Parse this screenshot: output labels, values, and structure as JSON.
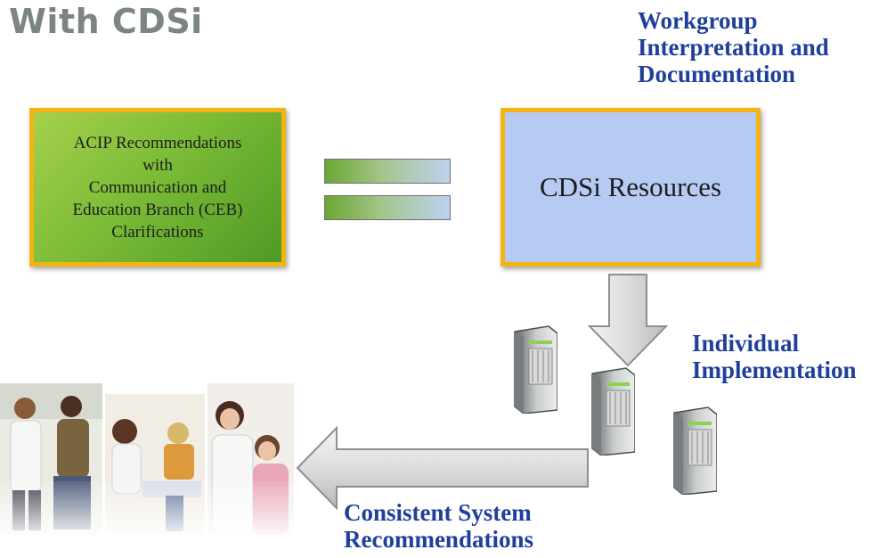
{
  "title": "With CDSi",
  "labels": {
    "workgroup": [
      "Workgroup",
      "Interpretation and",
      "Documentation"
    ],
    "individual": [
      "Individual",
      "Implementation"
    ],
    "consistent": [
      "Consistent System",
      "Recommendations"
    ]
  },
  "acip_box": {
    "lines": [
      "ACIP Recommendations",
      "with",
      "Communication and",
      "Education Branch (CEB)",
      "Clarifications"
    ]
  },
  "cdsi_box": {
    "text": "CDSi Resources"
  },
  "colors": {
    "title": "#7c8680",
    "label_blue": "#1f3f9c",
    "box_border": "#f2b413",
    "acip_fill": "#7cbc37",
    "cdsi_fill": "#b6cbf4",
    "arrow_fill": "#d9d9d9"
  },
  "icons": [
    "equals-sign-icon",
    "down-arrow-icon",
    "left-arrow-icon",
    "server-icon",
    "photo-collage"
  ]
}
